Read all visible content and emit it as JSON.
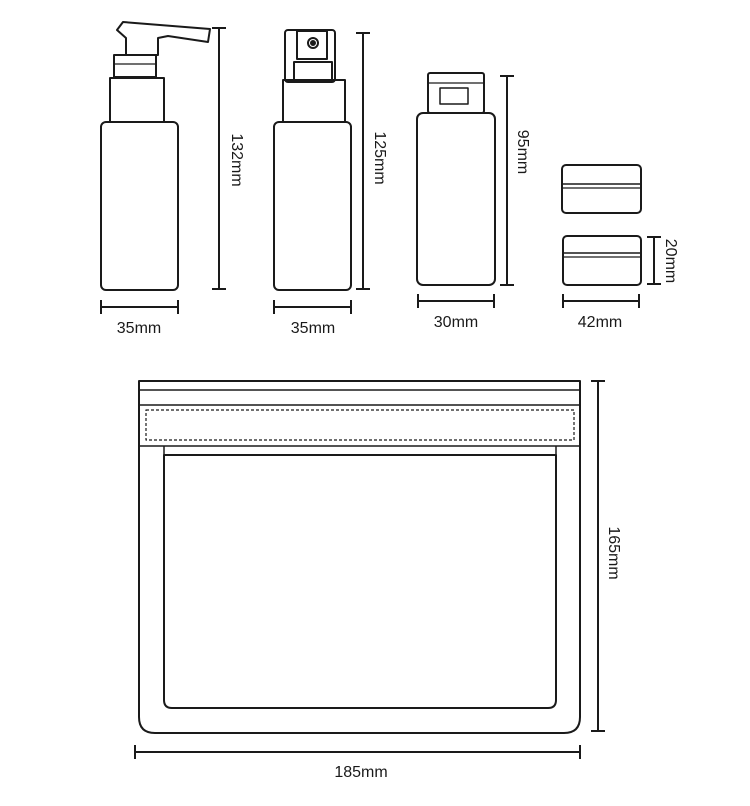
{
  "colors": {
    "line": "#1a1a1a",
    "background": "#ffffff"
  },
  "items": {
    "pump_bottle": {
      "width_label": "35mm",
      "height_label": "132mm"
    },
    "spray_bottle": {
      "width_label": "35mm",
      "height_label": "125mm"
    },
    "flip_cap_bottle": {
      "width_label": "30mm",
      "height_label": "95mm"
    },
    "jar": {
      "width_label": "42mm",
      "height_label": "20mm"
    },
    "pouch": {
      "width_label": "185mm",
      "height_label": "165mm"
    }
  }
}
